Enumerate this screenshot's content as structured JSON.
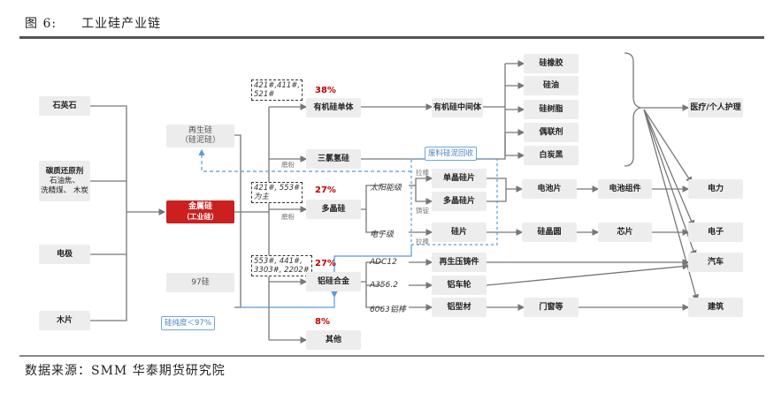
{
  "figure": {
    "label": "图 6:",
    "title": "工业硅产业链"
  },
  "source": "数据来源：SMM 华泰期货研究院",
  "raw_materials": [
    "石英石",
    "碳质还原剂",
    "石油焦、",
    "洗精煤、 木炭",
    "电极",
    "木片"
  ],
  "recycled": {
    "line1": "再生硅",
    "line2": "（硅泥硅）"
  },
  "si97": "97硅",
  "si97_note": "硅纯度＜97%",
  "metal_si": {
    "line1": "金属硅",
    "line2": "（工业硅）"
  },
  "grades": {
    "organic": [
      "421#,411#,",
      "521#"
    ],
    "poly": [
      "421#, 553#",
      "为主"
    ],
    "alloy": [
      "553#, 441#,",
      "3303#, 2202#"
    ]
  },
  "percents": {
    "organic": "38%",
    "poly": "27%",
    "alloy": "27%",
    "other": "8%"
  },
  "nodes": {
    "organic_monomer": "有机硅单体",
    "organic_intermediate": "有机硅中间体",
    "trichlorosilane": "三氯氢硅",
    "polysilicon": "多晶硅",
    "al_si_alloy": "铝硅合金",
    "other": "其他",
    "silicone_rubber": "硅橡胶",
    "silicone_oil": "硅油",
    "silicone_resin": "硅树脂",
    "coupling_agent": "偶联剂",
    "white_carbon": "白炭黑",
    "mono_si": "单晶硅片",
    "multi_si": "多晶硅片",
    "si_wafer": "硅片",
    "cell": "电池片",
    "module": "电池组件",
    "crystal_circle": "硅晶圆",
    "chip": "芯片",
    "regen_casting": "再生压铸件",
    "al_wheel": "铝车轮",
    "al_profile": "铝型材",
    "door_window": "门窗等"
  },
  "sectors": {
    "medical": "医疗/个人护理",
    "power": "电力",
    "electronics": "电子",
    "auto": "汽车",
    "construction": "建筑"
  },
  "branch_labels": {
    "solar": "太阳能级",
    "electronic": "电子级",
    "adc12": "ADC12",
    "a356": "A356.2",
    "al6063": "6063铝棒"
  },
  "tags": {
    "powder1": "磨粉",
    "powder2": "磨粉",
    "pull1": "拉棒",
    "cast": "铸锭",
    "pull2": "拉棒"
  },
  "recycle_note": "废料硅泥回收"
}
